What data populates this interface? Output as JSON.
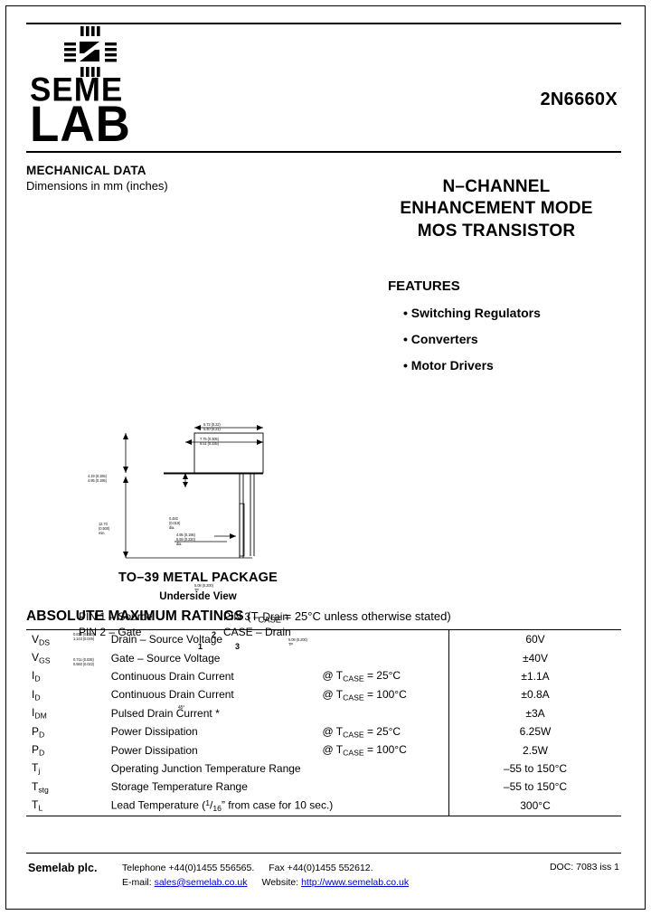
{
  "header": {
    "logo_line1": "SEME",
    "logo_line2": "LAB",
    "part_number": "2N6660X"
  },
  "mechanical": {
    "title": "MECHANICAL DATA",
    "subtitle": "Dimensions in mm (inches)",
    "package_title": "TO–39 METAL PACKAGE",
    "view_label": "Underside View",
    "pin_left": [
      "PIN 1 – Source",
      "PIN 2 – Gate"
    ],
    "pin_right": [
      "PIN 3 – Drain",
      "CASE – Drain"
    ],
    "pin_markers": [
      "1",
      "2",
      "3"
    ],
    "dimension_callouts": [
      "5.72 (0.22)\n5.40 (0.21)",
      "7.75 (0.305)\n8.51 (0.335)",
      "4.19 (0.165)\n4.95 (0.195)",
      "12.70\n(0.500)\nmin.",
      "0.482\n(0.019)\ndia.",
      "4.95 (0.195)\n5.59 (0.220)\ndia.",
      "5.08 (0.200)\nTP",
      "0.838 (0.033)\n1.143 (0.045)",
      "0.711 (0.028)\n0.560 (0.022)",
      "45°"
    ]
  },
  "product": {
    "heading_lines": [
      "N–CHANNEL",
      "ENHANCEMENT MODE",
      "MOS TRANSISTOR"
    ],
    "features_title": "FEATURES",
    "features": [
      "Switching Regulators",
      "Converters",
      "Motor Drivers"
    ]
  },
  "ratings": {
    "title": "ABSOLUTE MAXIMUM RATINGS",
    "condition_prefix": "(T",
    "condition_sub": "CASE",
    "condition_suffix": " = 25°C unless otherwise stated)",
    "rows": [
      {
        "sym": "V",
        "sym_sub": "DS",
        "desc": "Drain – Source Voltage",
        "cond": "",
        "cond_sub": "",
        "cond_tail": "",
        "value": "60V"
      },
      {
        "sym": "V",
        "sym_sub": "GS",
        "desc": "Gate – Source Voltage",
        "cond": "",
        "cond_sub": "",
        "cond_tail": "",
        "value": "±40V"
      },
      {
        "sym": "I",
        "sym_sub": "D",
        "desc": "Continuous Drain Current",
        "cond": "@ T",
        "cond_sub": "CASE",
        "cond_tail": " = 25°C",
        "value": "±1.1A"
      },
      {
        "sym": "I",
        "sym_sub": "D",
        "desc": "Continuous Drain Current",
        "cond": "@ T",
        "cond_sub": "CASE",
        "cond_tail": " = 100°C",
        "value": "±0.8A"
      },
      {
        "sym": "I",
        "sym_sub": "DM",
        "desc": "Pulsed Drain Current *",
        "cond": "",
        "cond_sub": "",
        "cond_tail": "",
        "value": "±3A"
      },
      {
        "sym": "P",
        "sym_sub": "D",
        "desc": "Power Dissipation",
        "cond": "@ T",
        "cond_sub": "CASE",
        "cond_tail": " = 25°C",
        "value": "6.25W"
      },
      {
        "sym": "P",
        "sym_sub": "D",
        "desc": "Power Dissipation",
        "cond": "@ T",
        "cond_sub": "CASE",
        "cond_tail": " = 100°C",
        "value": "2.5W"
      },
      {
        "sym": "T",
        "sym_sub": "j",
        "desc": "Operating Junction Temperature Range",
        "cond": "",
        "cond_sub": "",
        "cond_tail": "",
        "value": "–55 to 150°C"
      },
      {
        "sym": "T",
        "sym_sub": "stg",
        "desc": "Storage Temperature Range",
        "cond": "",
        "cond_sub": "",
        "cond_tail": "",
        "value": "–55 to 150°C"
      },
      {
        "sym": "T",
        "sym_sub": "L",
        "desc": "LEAD_TEMP_SPECIAL",
        "cond": "",
        "cond_sub": "",
        "cond_tail": "",
        "value": "300°C"
      }
    ],
    "lead_temp_parts": {
      "pre": "Lead Temperature (",
      "frac_num": "1",
      "frac_den": "16",
      "post": "” from case for 10 sec.)"
    }
  },
  "footer": {
    "company": "Semelab plc.",
    "telephone": "Telephone +44(0)1455 556565.",
    "fax": "Fax +44(0)1455 552612.",
    "email_label": "E-mail:",
    "email": "sales@semelab.co.uk",
    "website_label": "Website:",
    "website": "http://www.semelab.co.uk",
    "doc": "DOC: 7083 iss 1"
  }
}
